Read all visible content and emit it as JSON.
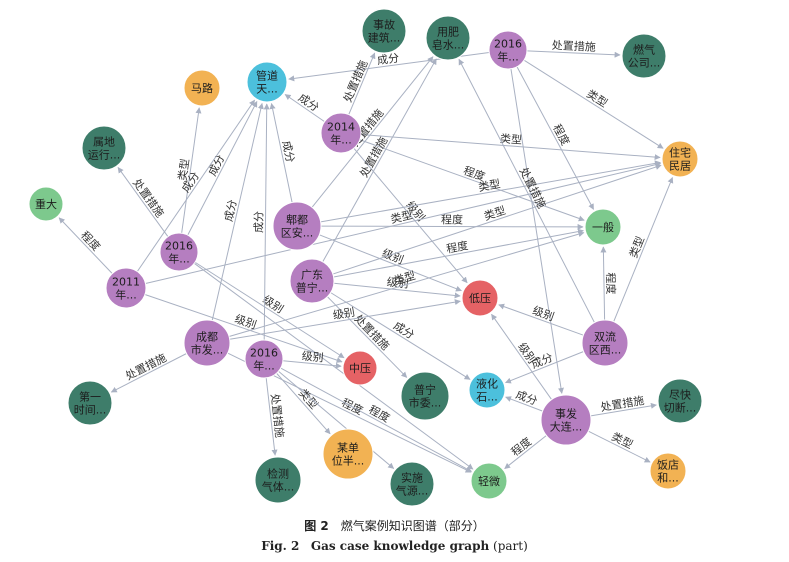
{
  "colors": {
    "purple": "#b57ec0",
    "teal": "#3e7d6a",
    "orange": "#f2b253",
    "cyan": "#4cc0dc",
    "red": "#e56265",
    "green": "#7dc98d"
  },
  "nodes": [
    {
      "id": "n_shigu",
      "lines": [
        "事故",
        "建筑..."
      ],
      "color": "teal"
    },
    {
      "id": "n_yongfei",
      "lines": [
        "用肥",
        "皂水..."
      ],
      "color": "teal"
    },
    {
      "id": "n_2016a",
      "lines": [
        "2016",
        "年..."
      ],
      "color": "purple"
    },
    {
      "id": "n_ranqi",
      "lines": [
        "燃气",
        "公司..."
      ],
      "color": "teal"
    },
    {
      "id": "n_malu",
      "lines": [
        "马路"
      ],
      "color": "orange"
    },
    {
      "id": "n_guandao",
      "lines": [
        "管道",
        "天..."
      ],
      "color": "cyan"
    },
    {
      "id": "n_2014",
      "lines": [
        "2014",
        "年..."
      ],
      "color": "purple"
    },
    {
      "id": "n_zhuzhai",
      "lines": [
        "住宅",
        "民居"
      ],
      "color": "orange"
    },
    {
      "id": "n_shudi",
      "lines": [
        "属地",
        "运行..."
      ],
      "color": "teal"
    },
    {
      "id": "n_zhongda",
      "lines": [
        "重大"
      ],
      "color": "green"
    },
    {
      "id": "n_pidu",
      "lines": [
        "郫都",
        "区安..."
      ],
      "color": "purple"
    },
    {
      "id": "n_yiban",
      "lines": [
        "一般"
      ],
      "color": "green"
    },
    {
      "id": "n_2016b",
      "lines": [
        "2016",
        "年..."
      ],
      "color": "purple"
    },
    {
      "id": "n_guangdong",
      "lines": [
        "广东",
        "普宁..."
      ],
      "color": "purple"
    },
    {
      "id": "n_2011",
      "lines": [
        "2011",
        "年..."
      ],
      "color": "purple"
    },
    {
      "id": "n_diya",
      "lines": [
        "低压"
      ],
      "color": "red"
    },
    {
      "id": "n_chengdu",
      "lines": [
        "成都",
        "市发..."
      ],
      "color": "purple"
    },
    {
      "id": "n_shuangliu",
      "lines": [
        "双流",
        "区西..."
      ],
      "color": "purple"
    },
    {
      "id": "n_2016c",
      "lines": [
        "2016",
        "年..."
      ],
      "color": "purple"
    },
    {
      "id": "n_zhongya",
      "lines": [
        "中压"
      ],
      "color": "red"
    },
    {
      "id": "n_puning",
      "lines": [
        "普宁",
        "市委..."
      ],
      "color": "teal"
    },
    {
      "id": "n_yehua",
      "lines": [
        "液化",
        "石..."
      ],
      "color": "cyan"
    },
    {
      "id": "n_jinkuai",
      "lines": [
        "尽快",
        "切断..."
      ],
      "color": "teal"
    },
    {
      "id": "n_diyi",
      "lines": [
        "第一",
        "时间..."
      ],
      "color": "teal"
    },
    {
      "id": "n_shifa",
      "lines": [
        "事发",
        "大连..."
      ],
      "color": "purple"
    },
    {
      "id": "n_moudan",
      "lines": [
        "某单",
        "位半..."
      ],
      "color": "orange"
    },
    {
      "id": "n_fandian",
      "lines": [
        "饭店",
        "和..."
      ],
      "color": "orange"
    },
    {
      "id": "n_jiance",
      "lines": [
        "检测",
        "气体..."
      ],
      "color": "teal"
    },
    {
      "id": "n_shishi",
      "lines": [
        "实施",
        "气源..."
      ],
      "color": "teal"
    },
    {
      "id": "n_qingwei",
      "lines": [
        "轻微"
      ],
      "color": "green"
    }
  ],
  "edges": [
    {
      "from": "n_2016a",
      "to": "n_ranqi",
      "label": "处置措施"
    },
    {
      "from": "n_2016a",
      "to": "n_zhuzhai",
      "label": "类型"
    },
    {
      "from": "n_2016a",
      "to": "n_yiban",
      "label": "程度"
    },
    {
      "from": "n_2016a",
      "to": "n_guandao",
      "label": "成分"
    },
    {
      "from": "n_2016a",
      "to": "n_shifa",
      "label": ""
    },
    {
      "from": "n_2014",
      "to": "n_shigu",
      "label": "处置措施"
    },
    {
      "from": "n_2014",
      "to": "n_guandao",
      "label": "成分"
    },
    {
      "from": "n_2014",
      "to": "n_zhuzhai",
      "label": "类型"
    },
    {
      "from": "n_2014",
      "to": "n_yiban",
      "label": "程度"
    },
    {
      "from": "n_2014",
      "to": "n_diya",
      "label": "级别"
    },
    {
      "from": "n_pidu",
      "to": "n_yongfei",
      "label": "处置措施"
    },
    {
      "from": "n_pidu",
      "to": "n_guandao",
      "label": "成分"
    },
    {
      "from": "n_pidu",
      "to": "n_zhuzhai",
      "label": "类型"
    },
    {
      "from": "n_pidu",
      "to": "n_yiban",
      "label": "程度"
    },
    {
      "from": "n_pidu",
      "to": "n_diya",
      "label": "级别"
    },
    {
      "from": "n_2016b",
      "to": "n_shudi",
      "label": "处置措施"
    },
    {
      "from": "n_2016b",
      "to": "n_malu",
      "label": "类型"
    },
    {
      "from": "n_2016b",
      "to": "n_guandao",
      "label": "成分"
    },
    {
      "from": "n_2016b",
      "to": "n_zhongya",
      "label": "级别"
    },
    {
      "from": "n_2016b",
      "to": "n_qingwei",
      "label": ""
    },
    {
      "from": "n_guangdong",
      "to": "n_yongfei",
      "label": "处置措施"
    },
    {
      "from": "n_guangdong",
      "to": "n_zhuzhai",
      "label": "类型"
    },
    {
      "from": "n_guangdong",
      "to": "n_yiban",
      "label": "程度"
    },
    {
      "from": "n_guangdong",
      "to": "n_diya",
      "label": "级别"
    },
    {
      "from": "n_guangdong",
      "to": "n_yehua",
      "label": "成分"
    },
    {
      "from": "n_guangdong",
      "to": "n_puning",
      "label": "处置措施"
    },
    {
      "from": "n_2011",
      "to": "n_zhongda",
      "label": "程度"
    },
    {
      "from": "n_2011",
      "to": "n_guandao",
      "label": "成分"
    },
    {
      "from": "n_2011",
      "to": "n_zhuzhai",
      "label": "类型"
    },
    {
      "from": "n_2011",
      "to": "n_zhongya",
      "label": "级别"
    },
    {
      "from": "n_chengdu",
      "to": "n_diyi",
      "label": "处置措施"
    },
    {
      "from": "n_chengdu",
      "to": "n_guandao",
      "label": "成分"
    },
    {
      "from": "n_chengdu",
      "to": "n_diya",
      "label": "级别"
    },
    {
      "from": "n_chengdu",
      "to": "n_yiban",
      "label": "类型"
    },
    {
      "from": "n_chengdu",
      "to": "n_qingwei",
      "label": "程度"
    },
    {
      "from": "n_2016c",
      "to": "n_jiance",
      "label": "处置措施"
    },
    {
      "from": "n_2016c",
      "to": "n_moudan",
      "label": "类型"
    },
    {
      "from": "n_2016c",
      "to": "n_zhongya",
      "label": "级别"
    },
    {
      "from": "n_2016c",
      "to": "n_qingwei",
      "label": "程度"
    },
    {
      "from": "n_2016c",
      "to": "n_shishi",
      "label": ""
    },
    {
      "from": "n_2016c",
      "to": "n_guandao",
      "label": "成分"
    },
    {
      "from": "n_shuangliu",
      "to": "n_yehua",
      "label": "成分"
    },
    {
      "from": "n_shuangliu",
      "to": "n_diya",
      "label": "级别"
    },
    {
      "from": "n_shuangliu",
      "to": "n_yiban",
      "label": "程度"
    },
    {
      "from": "n_shuangliu",
      "to": "n_zhuzhai",
      "label": "类型"
    },
    {
      "from": "n_shuangliu",
      "to": "n_yongfei",
      "label": "处置措施"
    },
    {
      "from": "n_shifa",
      "to": "n_jinkuai",
      "label": "处置措施"
    },
    {
      "from": "n_shifa",
      "to": "n_fandian",
      "label": "类型"
    },
    {
      "from": "n_shifa",
      "to": "n_qingwei",
      "label": "程度"
    },
    {
      "from": "n_shifa",
      "to": "n_yehua",
      "label": "成分"
    },
    {
      "from": "n_shifa",
      "to": "n_diya",
      "label": "级别"
    }
  ],
  "caption_cn": {
    "fig": "图 2",
    "text": "燃气案例知识图谱（部分）"
  },
  "caption_en": {
    "fig": "Fig. 2",
    "text": "Gas case knowledge graph",
    "suffix": "(part)"
  }
}
